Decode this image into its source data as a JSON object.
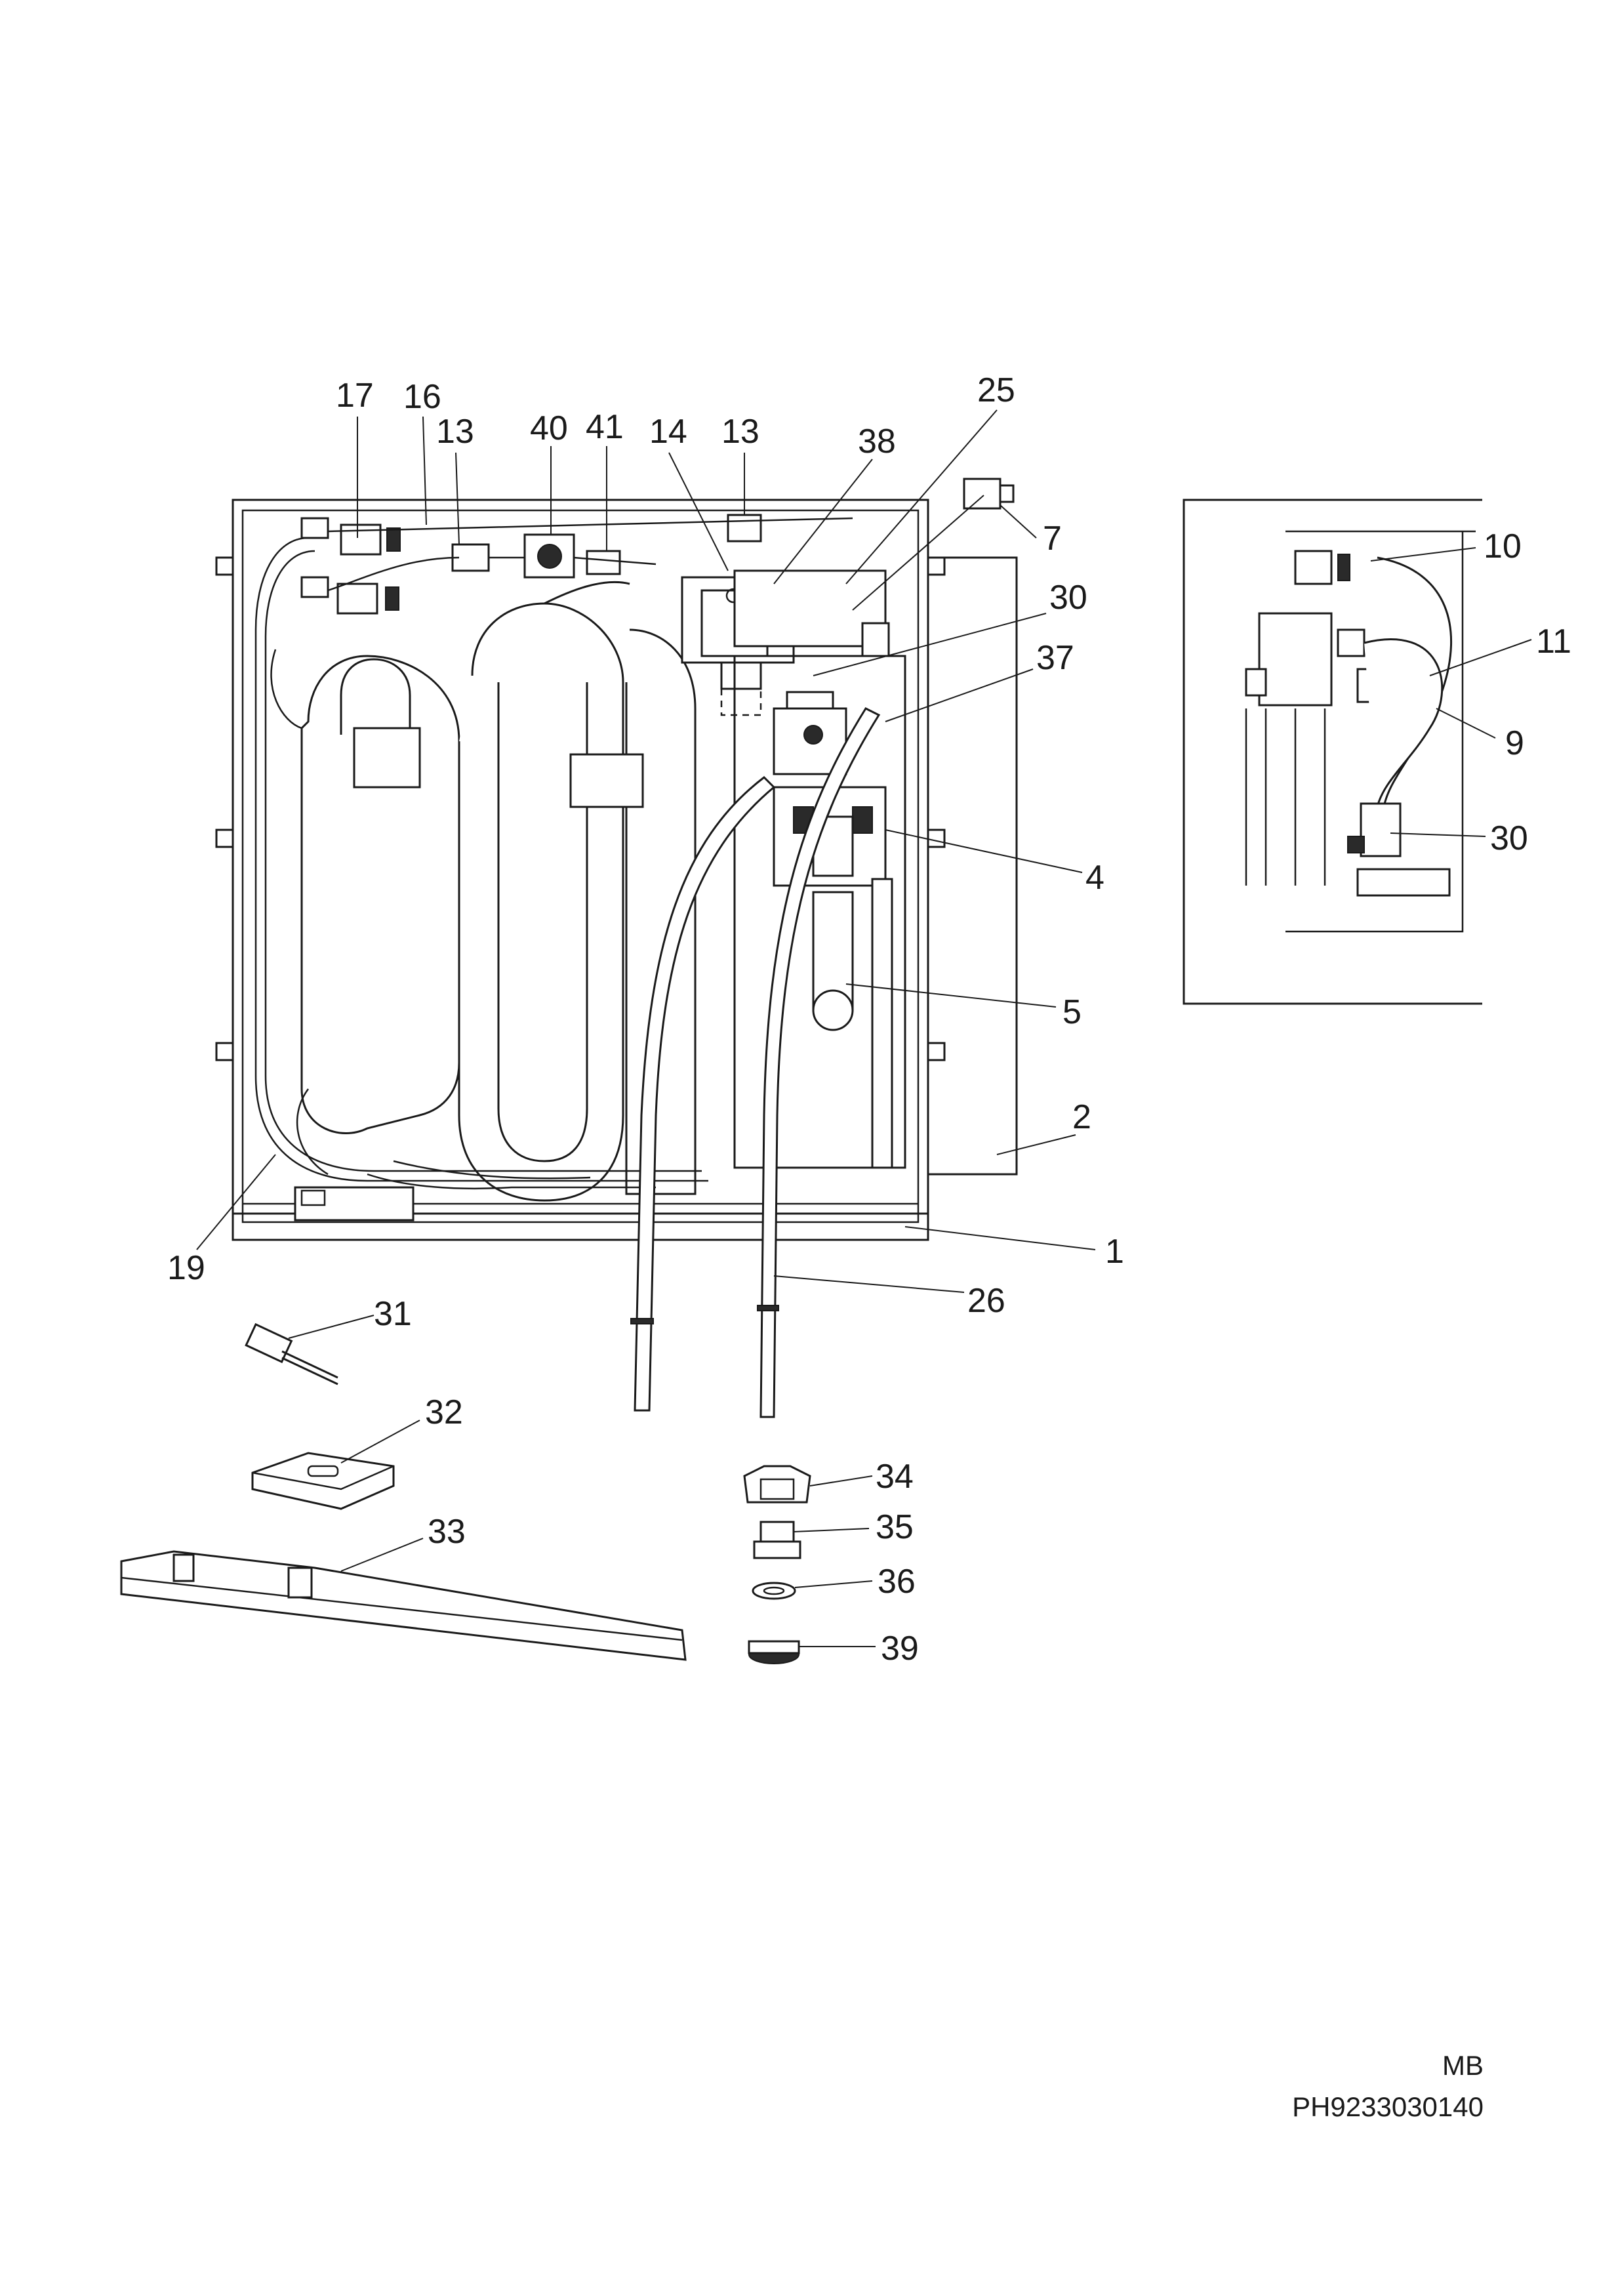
{
  "footer": {
    "model": "MB",
    "code": "PH9233030140"
  },
  "callouts": {
    "c17": "17",
    "c16": "16",
    "c13a": "13",
    "c40": "40",
    "c41": "41",
    "c14": "14",
    "c13b": "13",
    "c38": "38",
    "c25": "25",
    "c7": "7",
    "c30a": "30",
    "c37": "37",
    "c4": "4",
    "c5": "5",
    "c2": "2",
    "c1": "1",
    "c26": "26",
    "c19": "19",
    "c31": "31",
    "c32": "32",
    "c33": "33",
    "c34": "34",
    "c35": "35",
    "c36": "36",
    "c39": "39",
    "c10": "10",
    "c11": "11",
    "c9": "9",
    "c30b": "30"
  }
}
